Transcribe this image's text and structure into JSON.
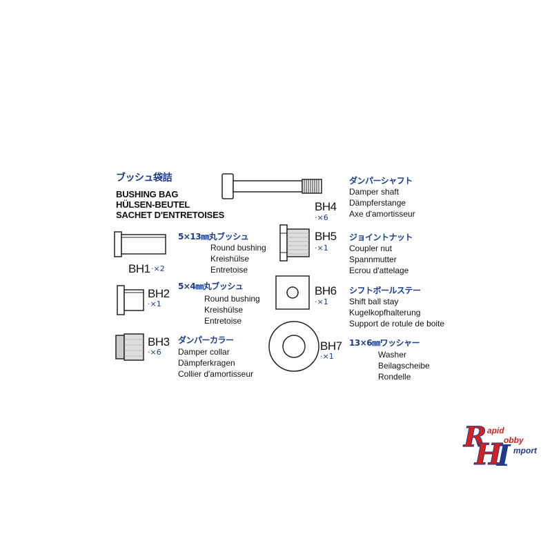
{
  "header": {
    "title_jp": "ブッシュ袋詰",
    "title_en": "BUSHING BAG",
    "title_de": "HÜLSEN-BEUTEL",
    "title_fr": "SACHET D'ENTRETOISES"
  },
  "parts": {
    "bh1": {
      "code": "BH1",
      "qty": "·×2",
      "jp": "5×13㎜丸ブッシュ",
      "en": "Round bushing",
      "de": "Kreishülse",
      "fr": "Entretoise"
    },
    "bh2": {
      "code": "BH2",
      "qty": "·×1",
      "jp": "5×4㎜丸ブッシュ",
      "en": "Round bushing",
      "de": "Kreishülse",
      "fr": "Entretoise"
    },
    "bh3": {
      "code": "BH3",
      "qty": "·×6",
      "jp": "ダンパーカラー",
      "en": "Damper collar",
      "de": "Dämpferkragen",
      "fr": "Collier d'amortisseur"
    },
    "bh4": {
      "code": "BH4",
      "qty": "·×6",
      "jp": "ダンパーシャフト",
      "en": "Damper shaft",
      "de": "Dämpferstange",
      "fr": "Axe d'amortisseur"
    },
    "bh5": {
      "code": "BH5",
      "qty": "·×1",
      "jp": "ジョイントナット",
      "en": "Coupler nut",
      "de": "Spannmutter",
      "fr": "Ecrou d'attelage"
    },
    "bh6": {
      "code": "BH6",
      "qty": "·×1",
      "jp": "シフトボールステー",
      "en": "Shift ball stay",
      "de": "Kugelkopfhalterung",
      "fr": "Support de rotule de boite"
    },
    "bh7": {
      "code": "BH7",
      "qty": "·×1",
      "jp": "13×6㎜ワッシャー",
      "en": "Washer",
      "de": "Beilagscheibe",
      "fr": "Rondelle"
    }
  },
  "logo": {
    "letter_r": "R",
    "letter_h": "H",
    "letter_i": "I",
    "word_1": "apid",
    "word_2": "obby",
    "word_3": "mport",
    "color_red": "#d42020",
    "color_blue": "#1e3a8a"
  }
}
